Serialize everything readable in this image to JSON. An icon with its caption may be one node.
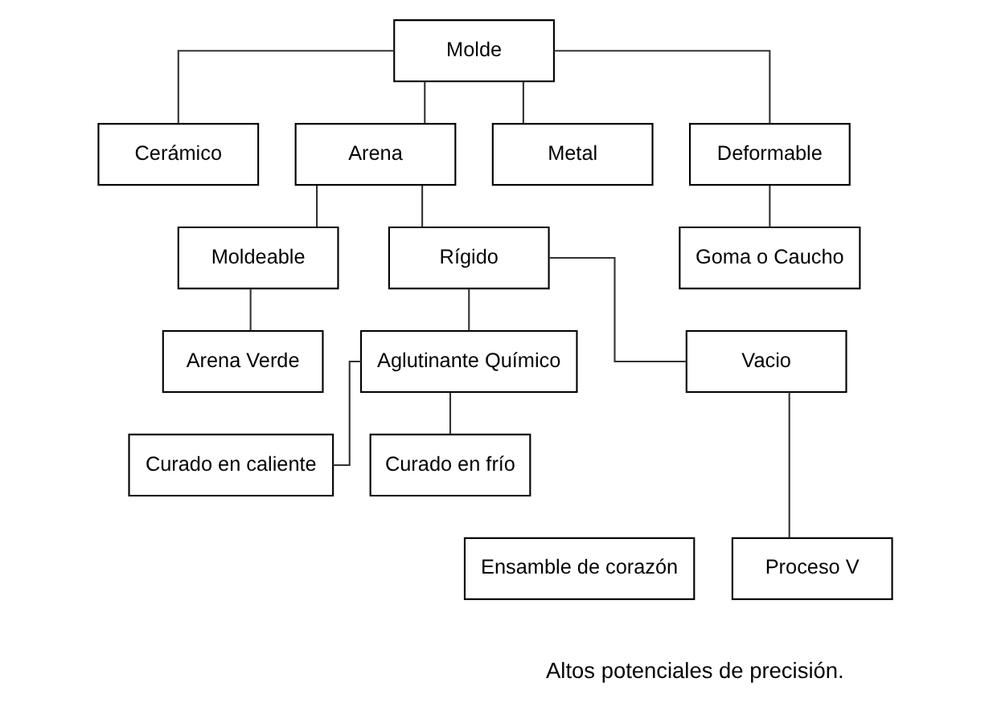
{
  "diagram": {
    "nodes": [
      {
        "text": [
          "Molde"
        ]
      },
      {
        "text": [
          "Cerámico"
        ]
      },
      {
        "text": [
          "Arena"
        ]
      },
      {
        "text": [
          "Metal"
        ]
      },
      {
        "text": [
          "Deformable"
        ]
      },
      {
        "text": [
          "Goma o Caucho"
        ]
      },
      {
        "text": [
          "Moldeable"
        ]
      },
      {
        "text": [
          "Rígido"
        ]
      },
      {
        "text": [
          "Arena Verde"
        ]
      },
      {
        "text": [
          "Aglutinante Químico"
        ]
      },
      {
        "text": [
          "Vacio"
        ]
      },
      {
        "text": [
          "Curado en caliente"
        ]
      },
      {
        "text": [
          "Curado en frío"
        ]
      },
      {
        "text": [
          "Ensamble de corazón"
        ]
      },
      {
        "text": [
          "Proceso V"
        ]
      }
    ],
    "edges": [
      {
        "from": 0,
        "to": 1,
        "arrow": "none"
      },
      {
        "from": 0,
        "to": 2,
        "arrow": "none"
      },
      {
        "from": 0,
        "to": 3,
        "arrow": "none"
      },
      {
        "from": 0,
        "to": 4,
        "arrow": "none"
      },
      {
        "from": 4,
        "to": 5,
        "arrow": "none"
      },
      {
        "from": 2,
        "to": 6,
        "arrow": "none"
      },
      {
        "from": 2,
        "to": 7,
        "arrow": "none"
      },
      {
        "from": 6,
        "to": 8,
        "arrow": "none"
      },
      {
        "from": 7,
        "to": 9,
        "arrow": "none"
      },
      {
        "from": 7,
        "to": 10,
        "arrow": "none"
      },
      {
        "from": 9,
        "to": 11,
        "arrow": "none"
      },
      {
        "from": 9,
        "to": 12,
        "arrow": "none"
      },
      {
        "from": 10,
        "to": 14,
        "arrow": "none"
      }
    ],
    "labels": [
      "Altos potenciales de precisión."
    ]
  }
}
